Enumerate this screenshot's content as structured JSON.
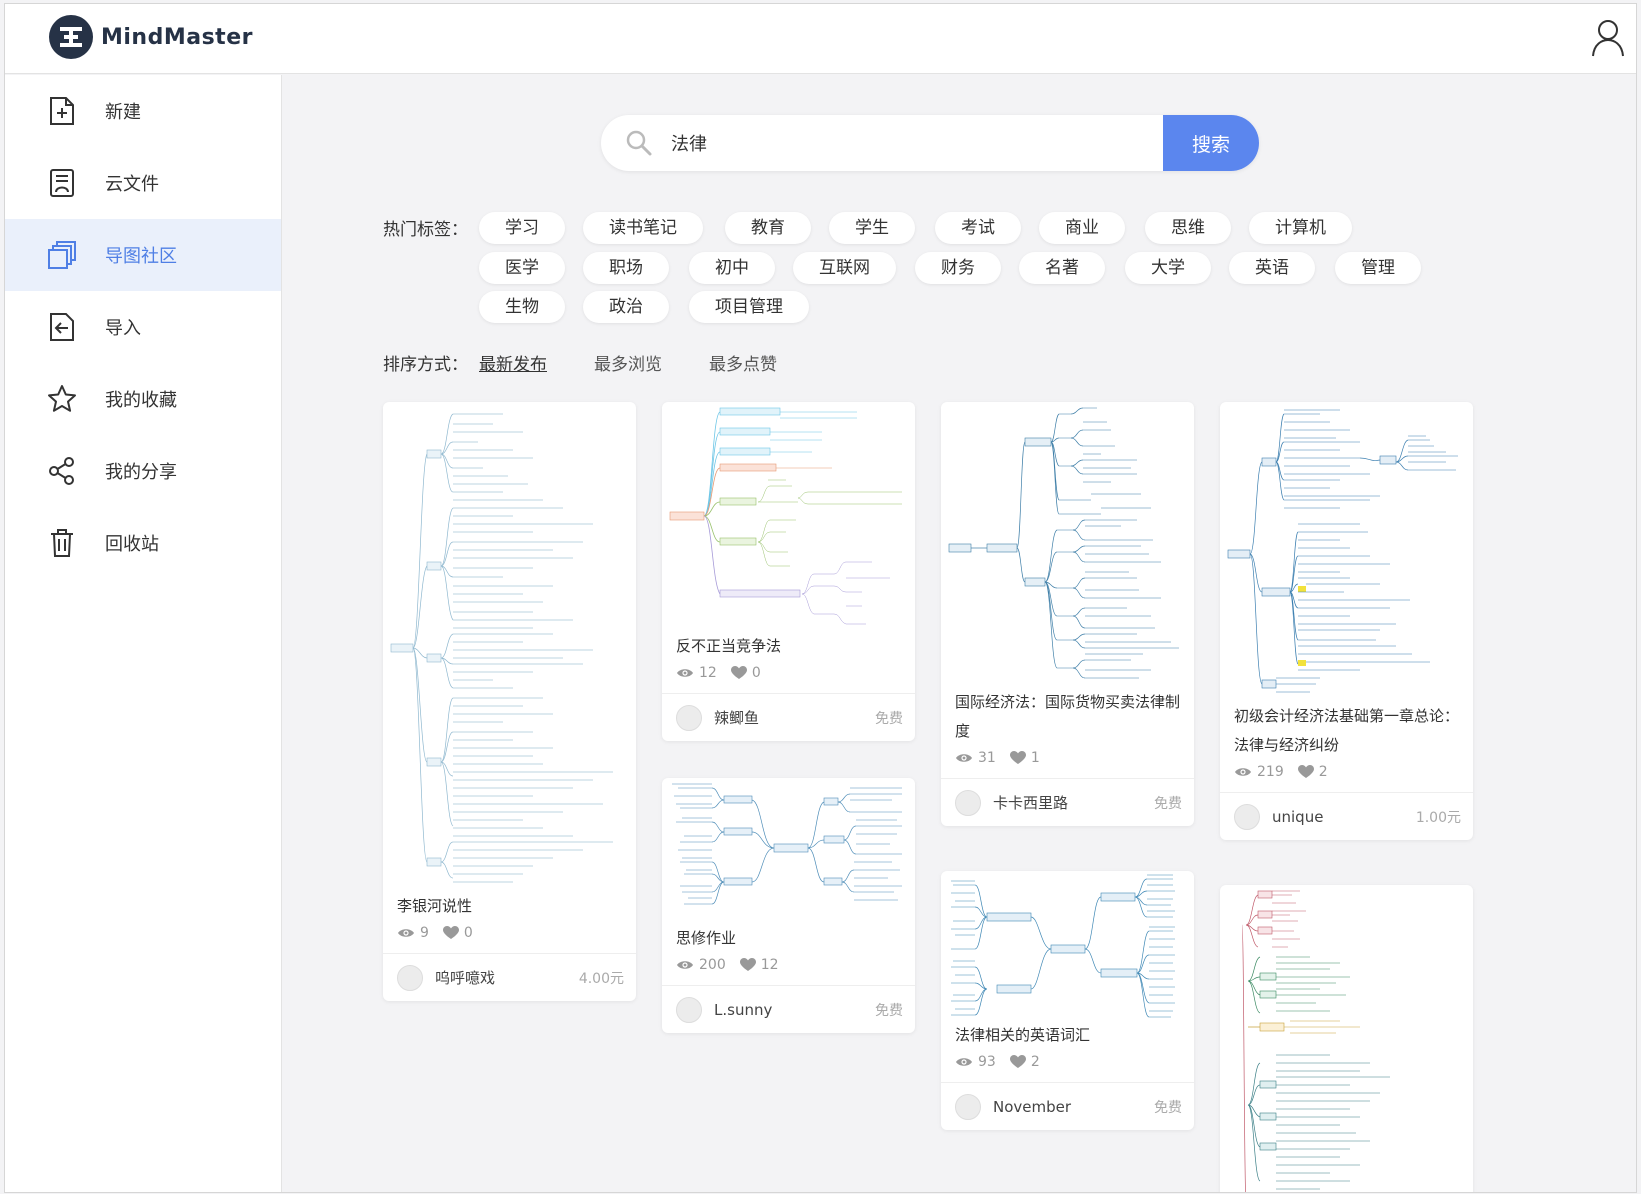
{
  "app": {
    "logo_text": "MindMaster"
  },
  "sidebar": {
    "items": [
      {
        "label": "新建"
      },
      {
        "label": "云文件"
      },
      {
        "label": "导图社区"
      },
      {
        "label": "导入"
      },
      {
        "label": "我的收藏"
      },
      {
        "label": "我的分享"
      },
      {
        "label": "回收站"
      }
    ]
  },
  "search": {
    "value": "法律",
    "button_label": "搜索"
  },
  "tags": {
    "label": "热门标签：",
    "items": [
      "学习",
      "读书笔记",
      "教育",
      "学生",
      "考试",
      "商业",
      "思维",
      "计算机",
      "医学",
      "职场",
      "初中",
      "互联网",
      "财务",
      "名著",
      "大学",
      "英语",
      "管理",
      "生物",
      "政治",
      "项目管理"
    ]
  },
  "sort": {
    "label": "排序方式：",
    "options": [
      "最新发布",
      "最多浏览",
      "最多点赞"
    ],
    "active": "最新发布"
  },
  "cards": [
    {
      "title": "李银河说性",
      "views": "9",
      "likes": "0",
      "author": "呜呼噫戏",
      "price": "4.00元"
    },
    {
      "title": "反不正当竞争法",
      "views": "12",
      "likes": "0",
      "author": "辣鲫鱼",
      "price": "免费"
    },
    {
      "title": "思修作业",
      "views": "200",
      "likes": "12",
      "author": "L.sunny",
      "price": "免费"
    },
    {
      "title": "国际经济法：国际货物买卖法律制度",
      "views": "31",
      "likes": "1",
      "author": "卡卡西里路",
      "price": "免费"
    },
    {
      "title": "法律相关的英语词汇",
      "views": "93",
      "likes": "2",
      "author": "November",
      "price": "免费"
    },
    {
      "title": "初级会计经济法基础第一章总论：法律与经济纠纷",
      "views": "219",
      "likes": "2",
      "author": "unique",
      "price": "1.00元"
    },
    {
      "title": "",
      "views": "",
      "likes": "",
      "author": "",
      "price": ""
    }
  ],
  "colors": {
    "accent": "#5b86ee",
    "active_bg": "#eaf0fb",
    "active_text": "#4f7fe5"
  }
}
